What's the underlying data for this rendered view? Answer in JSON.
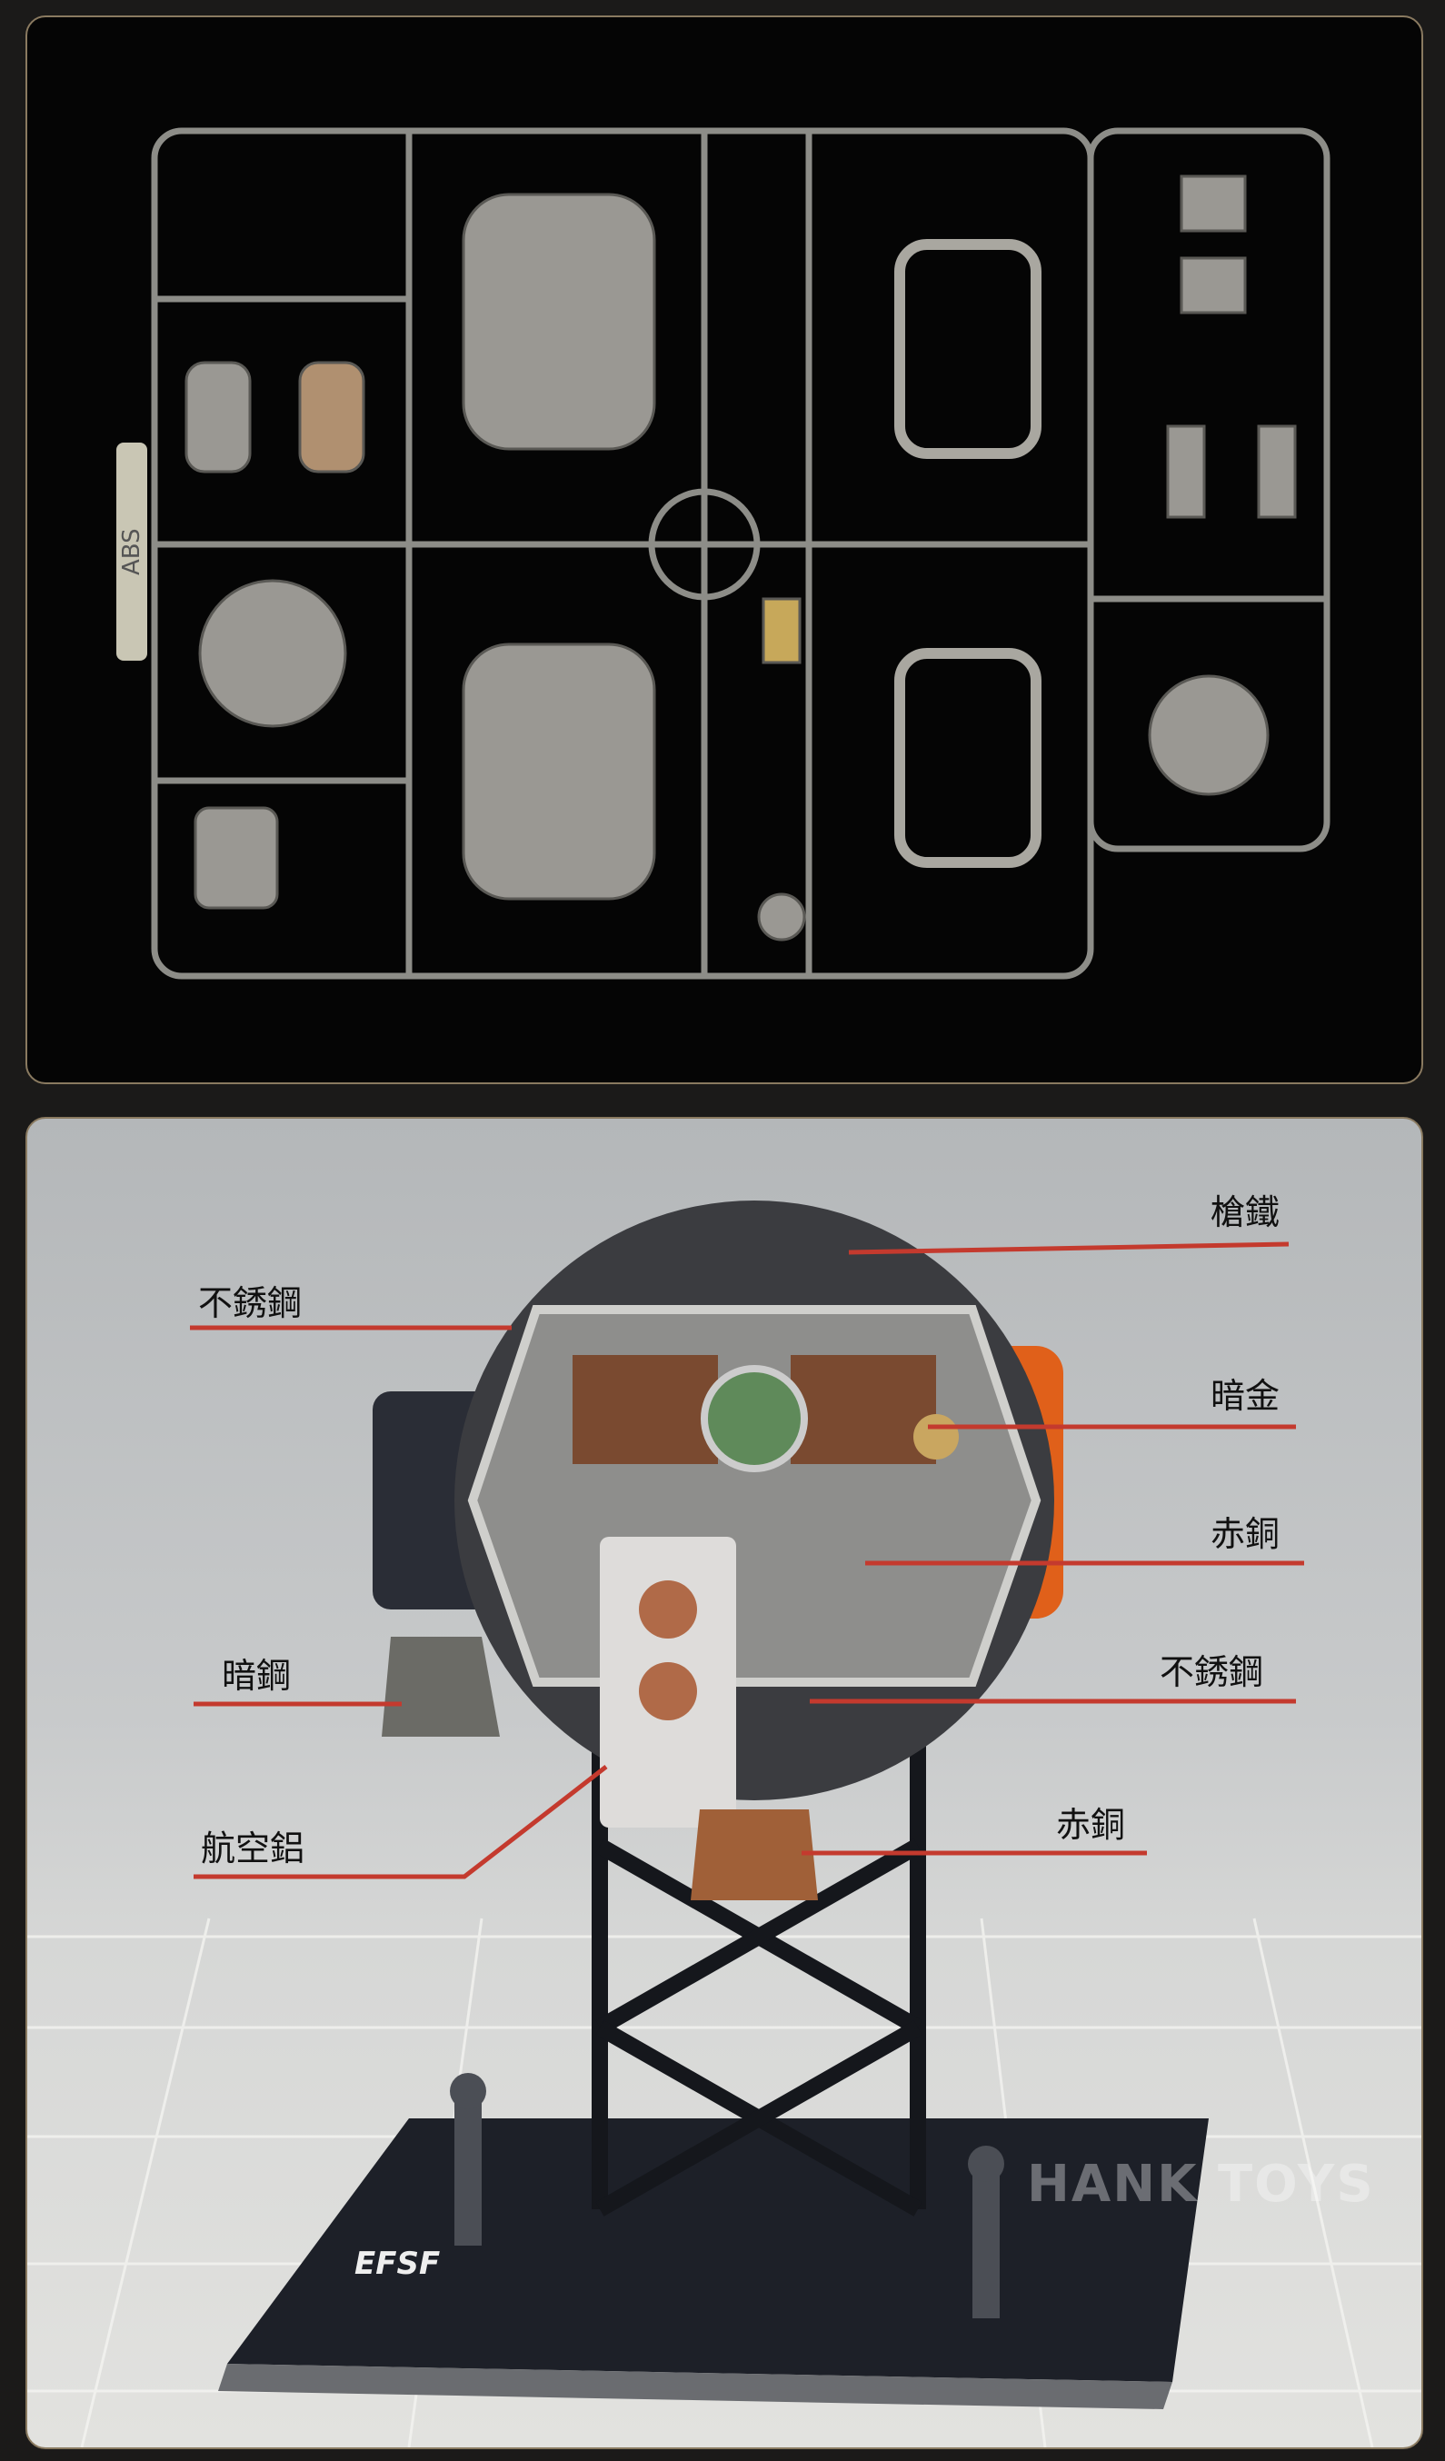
{
  "top_photo": {
    "stamp_text": "ABS"
  },
  "bottom_photo": {
    "base_text": "EFSF",
    "watermark": "HANK TOYS",
    "labels": [
      {
        "text": "槍鐵"
      },
      {
        "text": "不銹鋼"
      },
      {
        "text": "暗金"
      },
      {
        "text": "赤銅"
      },
      {
        "text": "暗鋼"
      },
      {
        "text": "不銹鋼"
      },
      {
        "text": "航空鋁"
      },
      {
        "text": "赤銅"
      }
    ]
  },
  "colors": {
    "leader_line": "#c43a2e",
    "panel_border": "#8a7a60"
  }
}
